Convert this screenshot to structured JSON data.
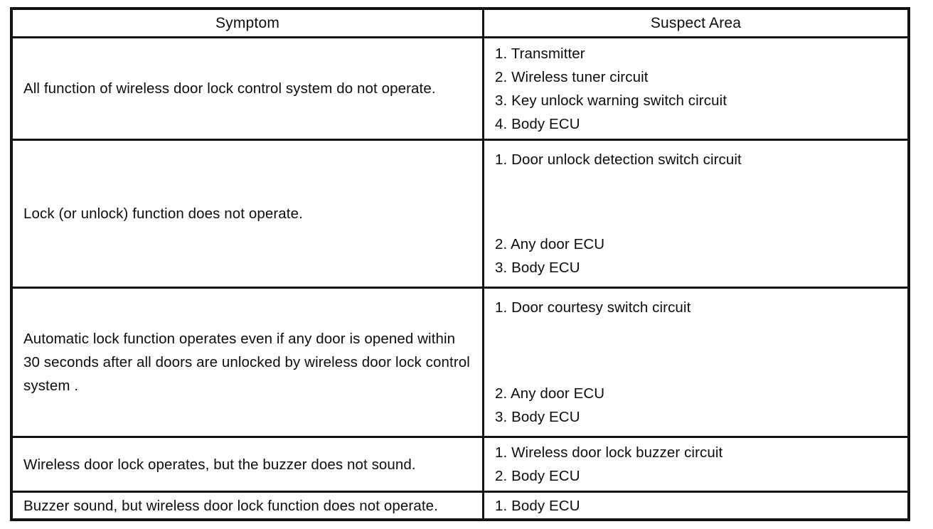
{
  "table": {
    "headers": {
      "symptom": "Symptom",
      "suspect_area": "Suspect Area"
    },
    "rows": [
      {
        "symptom": "All function of wireless door lock control system do not operate.",
        "suspects": [
          "1. Transmitter",
          "2. Wireless tuner circuit",
          "3. Key unlock warning switch circuit",
          "4. Body ECU"
        ]
      },
      {
        "symptom": "Lock (or unlock) function does not operate.",
        "suspects": [
          "1. Door unlock detection switch circuit",
          "2. Any door ECU",
          "3. Body ECU"
        ]
      },
      {
        "symptom": "Automatic lock function operates even if any door is opened within 30 seconds after all doors are unlocked by wireless door lock control system .",
        "suspects": [
          "1. Door courtesy switch circuit",
          "2. Any door ECU",
          "3. Body ECU"
        ]
      },
      {
        "symptom": "Wireless door lock operates, but the buzzer does not sound.",
        "suspects": [
          "1. Wireless door lock buzzer circuit",
          "2. Body ECU"
        ]
      },
      {
        "symptom": "Buzzer sound, but wireless door lock function does not operate.",
        "suspects": [
          "1. Body ECU"
        ]
      }
    ],
    "colors": {
      "border": "#121212",
      "text": "#0d0d0d",
      "background": "#ffffff"
    }
  }
}
